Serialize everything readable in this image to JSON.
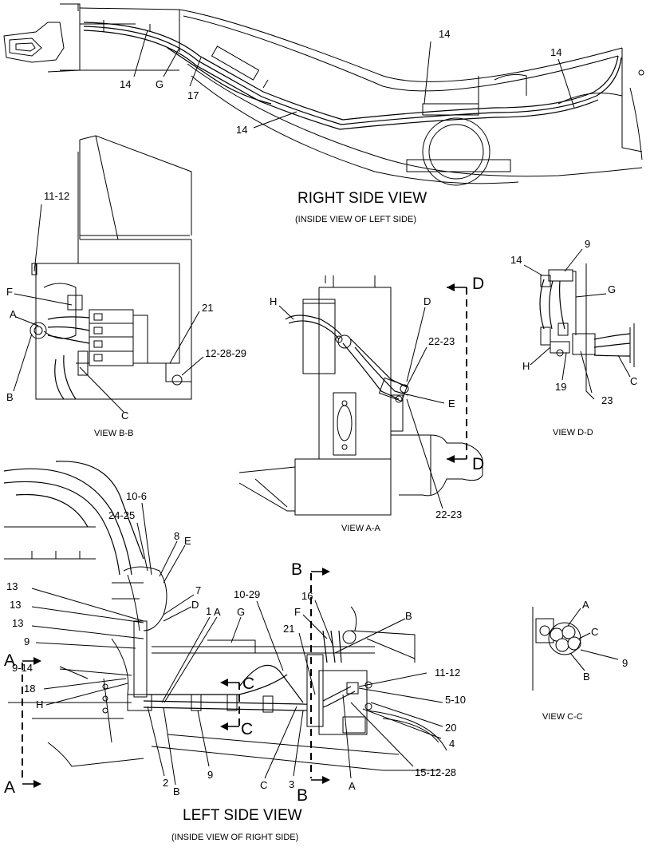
{
  "views": {
    "right_side": {
      "title": "RIGHT SIDE VIEW",
      "subtitle": "(INSIDE VIEW OF LEFT SIDE)"
    },
    "left_side": {
      "title": "LEFT SIDE VIEW",
      "subtitle": "(INSIDE VIEW OF RIGHT SIDE)"
    },
    "bb": {
      "title": "VIEW B-B"
    },
    "aa": {
      "title": "VIEW A-A"
    },
    "dd": {
      "title": "VIEW D-D"
    },
    "cc": {
      "title": "VIEW C-C"
    }
  },
  "callouts": {
    "rs": [
      "14",
      "14",
      "14",
      "G",
      "17",
      "14"
    ],
    "bb": [
      "11-12",
      "F",
      "A",
      "B",
      "C",
      "21",
      "12-28-29"
    ],
    "aa": [
      "H",
      "D",
      "22-23",
      "E",
      "22-23"
    ],
    "dd": [
      "9",
      "14",
      "G",
      "H",
      "19",
      "23",
      "C"
    ],
    "cc": [
      "A",
      "C",
      "9",
      "B"
    ],
    "ls": [
      "10-6",
      "24-25",
      "8",
      "E",
      "13",
      "13",
      "7",
      "D",
      "13",
      "1",
      "A",
      "G",
      "10-29",
      "16",
      "F",
      "B",
      "9",
      "9-14",
      "21",
      "11-12",
      "18",
      "H",
      "5-10",
      "20",
      "4",
      "2",
      "B",
      "9",
      "C",
      "3",
      "A",
      "15-12-28"
    ]
  },
  "section_marks": {
    "a_top": "A",
    "a_bottom": "A",
    "b_top": "B",
    "b_bottom": "B",
    "c_top": "C",
    "c_bottom": "C",
    "d_top": "D",
    "d_bottom": "D"
  }
}
